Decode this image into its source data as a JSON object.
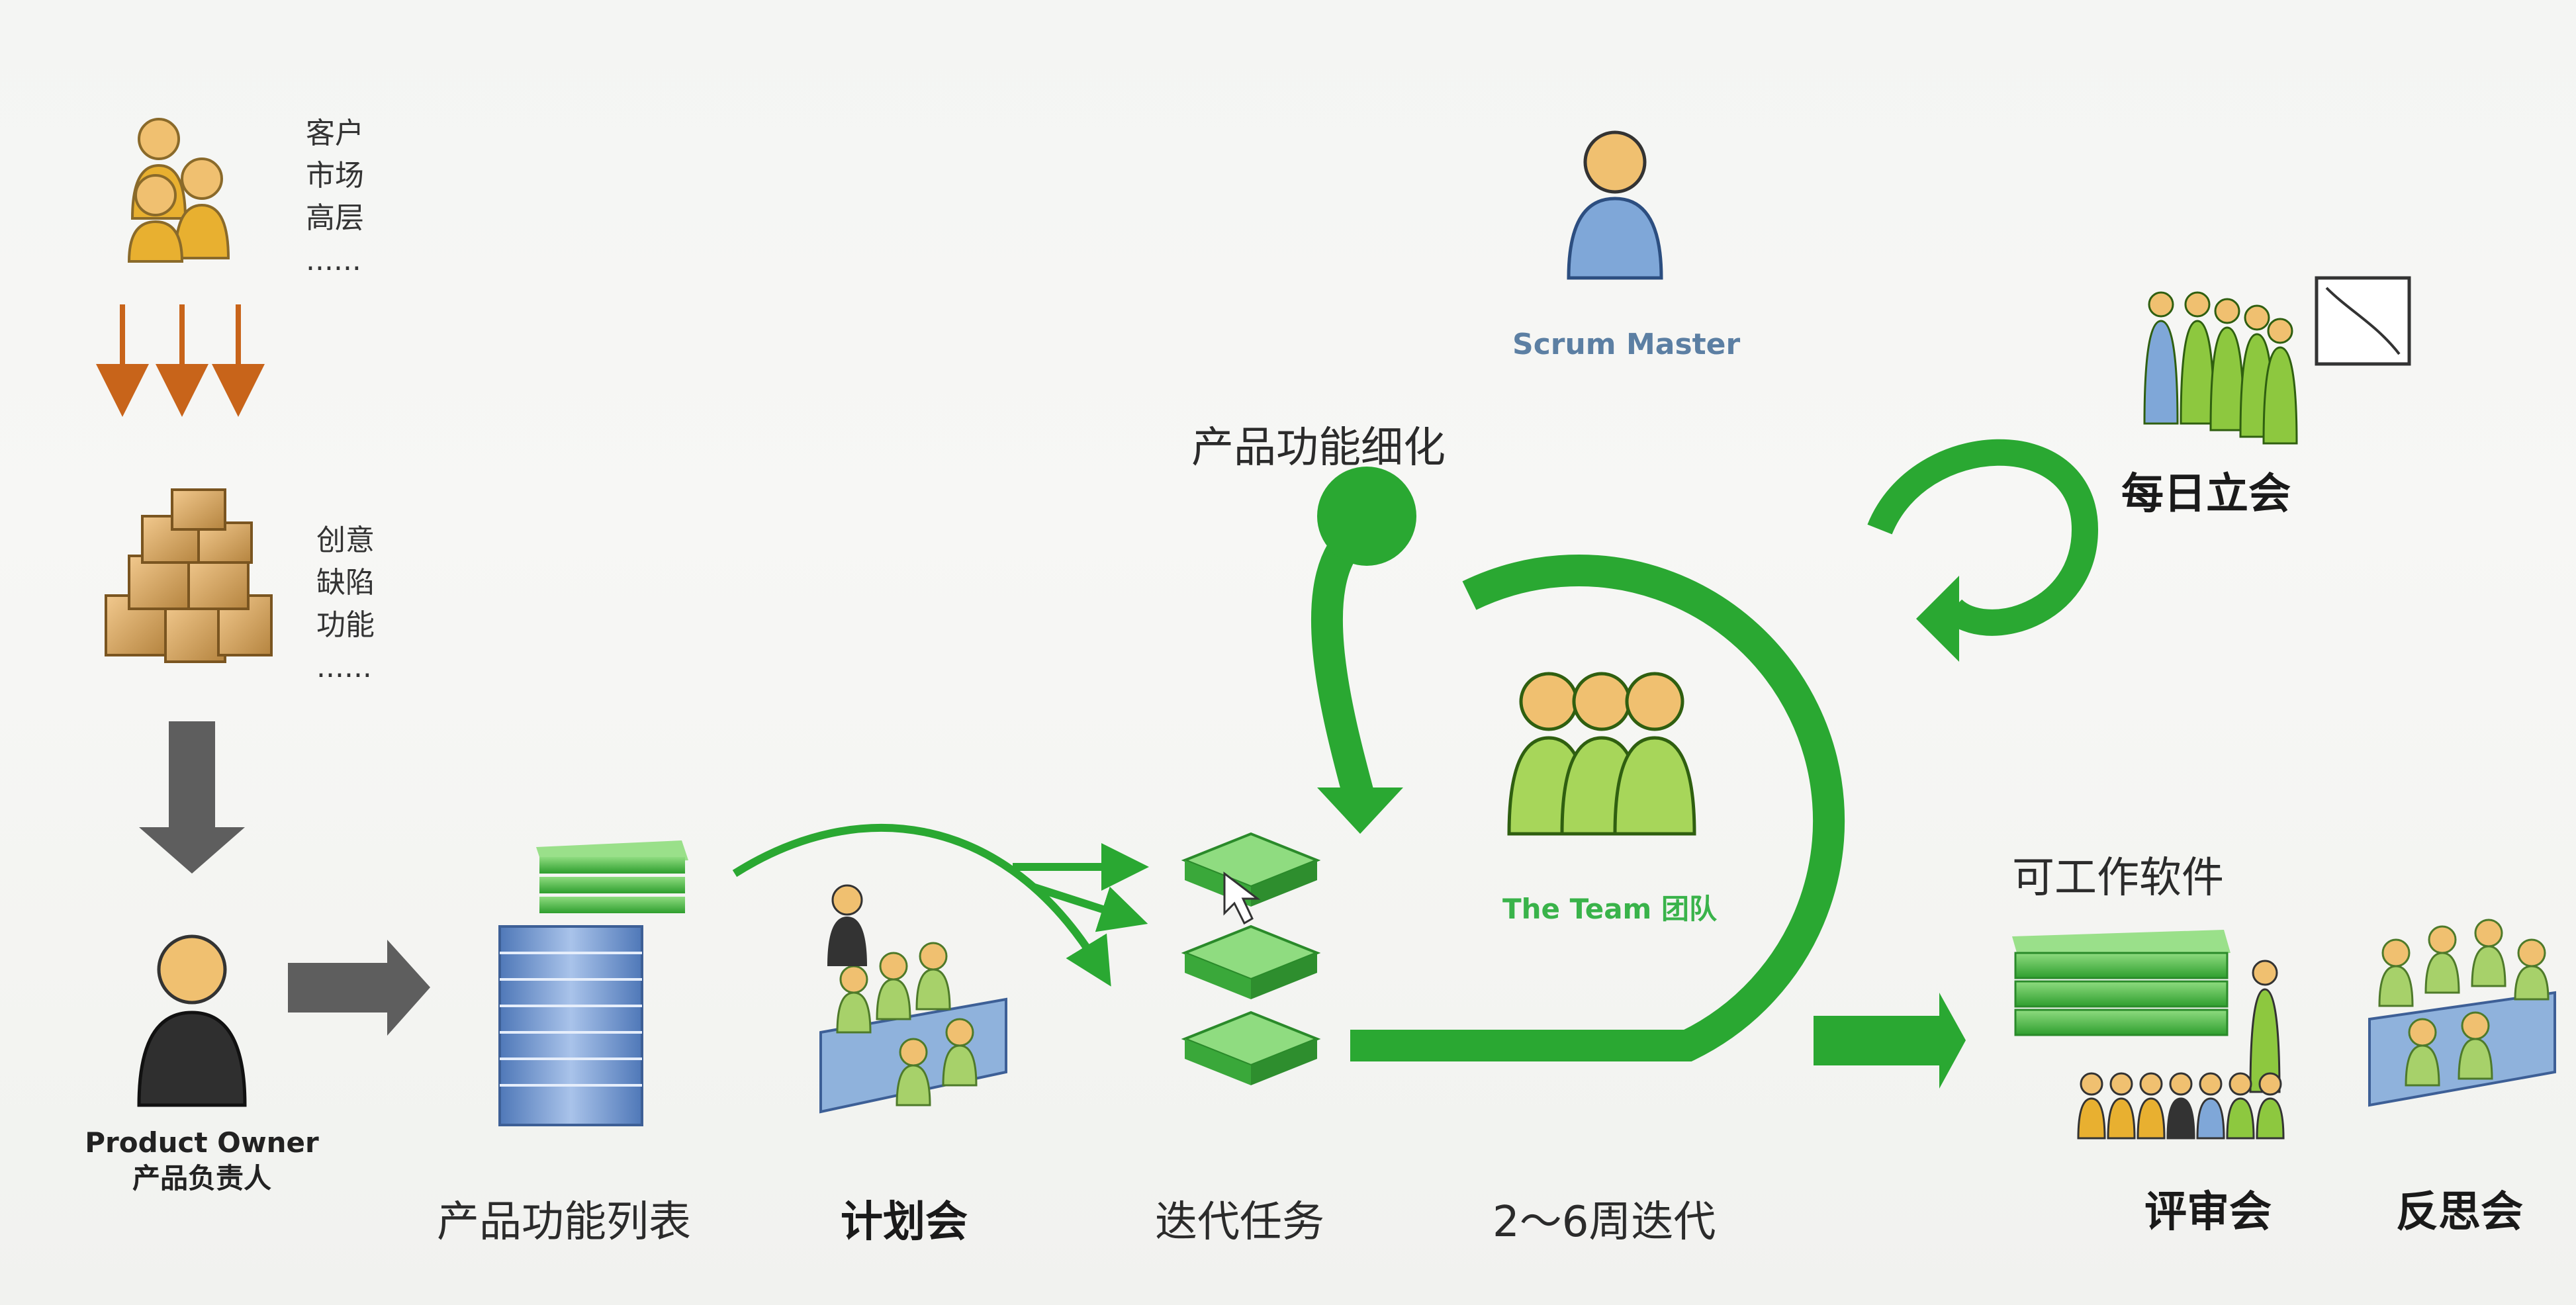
{
  "stakeholders": [
    "客户",
    "市场",
    "高层",
    "......"
  ],
  "ideas": [
    "创意",
    "缺陷",
    "功能",
    "......"
  ],
  "product_owner": {
    "en": "Product Owner",
    "zh": "产品负责人"
  },
  "backlog_label": "产品功能列表",
  "planning_label": "计划会",
  "sprint_tasks_label": "迭代任务",
  "sprint_length_label": "2～6周迭代",
  "refinement_label": "产品功能细化",
  "scrum_master_label": "Scrum Master",
  "team_label": "The Team 团队",
  "daily_standup_label": "每日立会",
  "working_software_label": "可工作软件",
  "review_label": "评审会",
  "retro_label": "反思会",
  "colors": {
    "flow_green": "#2aa832",
    "stack_green": "#4fbf4a",
    "backlog_blue": "#6f95cc",
    "arrow_orange": "#c8641a",
    "arrow_gray": "#5e5e5e"
  }
}
